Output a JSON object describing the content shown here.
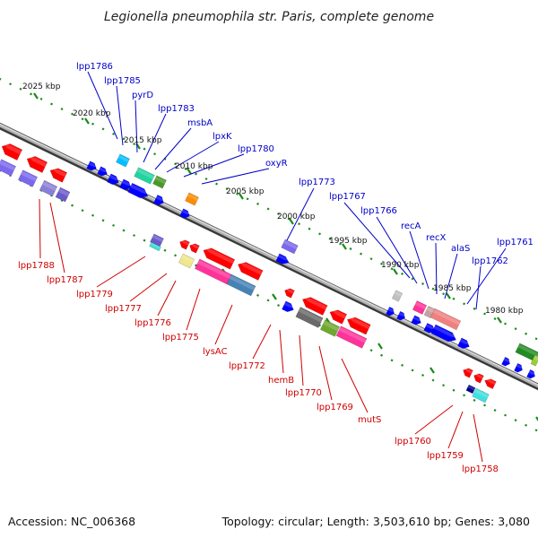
{
  "header": {
    "title": "Legionella pneumophila str. Paris, complete genome"
  },
  "footer": {
    "accession": "Accession: NC_006368",
    "summary": "Topology: circular; Length: 3,503,610 bp; Genes: 3,080"
  },
  "colors": {
    "backbone": "#8a8a8a",
    "tick": "#1a8a1a",
    "forward_label": "#0000c8",
    "reverse_label": "#d00000",
    "leader_forward": "#0000c8",
    "leader_reverse": "#d00000"
  },
  "scale_labels": [
    {
      "text": "2025 kbp",
      "kbp": 2025
    },
    {
      "text": "2020 kbp",
      "kbp": 2020
    },
    {
      "text": "2015 kbp",
      "kbp": 2015
    },
    {
      "text": "2010 kbp",
      "kbp": 2010
    },
    {
      "text": "2005 kbp",
      "kbp": 2005
    },
    {
      "text": "2000 kbp",
      "kbp": 2000
    },
    {
      "text": "1995 kbp",
      "kbp": 1995
    },
    {
      "text": "1990 kbp",
      "kbp": 1990
    },
    {
      "text": "1985 kbp",
      "kbp": 1985
    },
    {
      "text": "1980 kbp",
      "kbp": 1980
    }
  ],
  "gene_labels_forward": [
    "lpp1786",
    "lpp1785",
    "pyrD",
    "lpp1783",
    "msbA",
    "lpxK",
    "lpp1780",
    "oxyR",
    "lpp1773",
    "lpp1767",
    "lpp1766",
    "recA",
    "recX",
    "alaS",
    "lpp1761",
    "lpp1762"
  ],
  "gene_labels_reverse": [
    "lpp1788",
    "lpp1787",
    "lpp1779",
    "lpp1777",
    "lpp1776",
    "lpp1775",
    "lysAC",
    "lpp1772",
    "hemB",
    "lpp1770",
    "lpp1769",
    "mutS",
    "lpp1760",
    "lpp1759",
    "lpp1758"
  ]
}
